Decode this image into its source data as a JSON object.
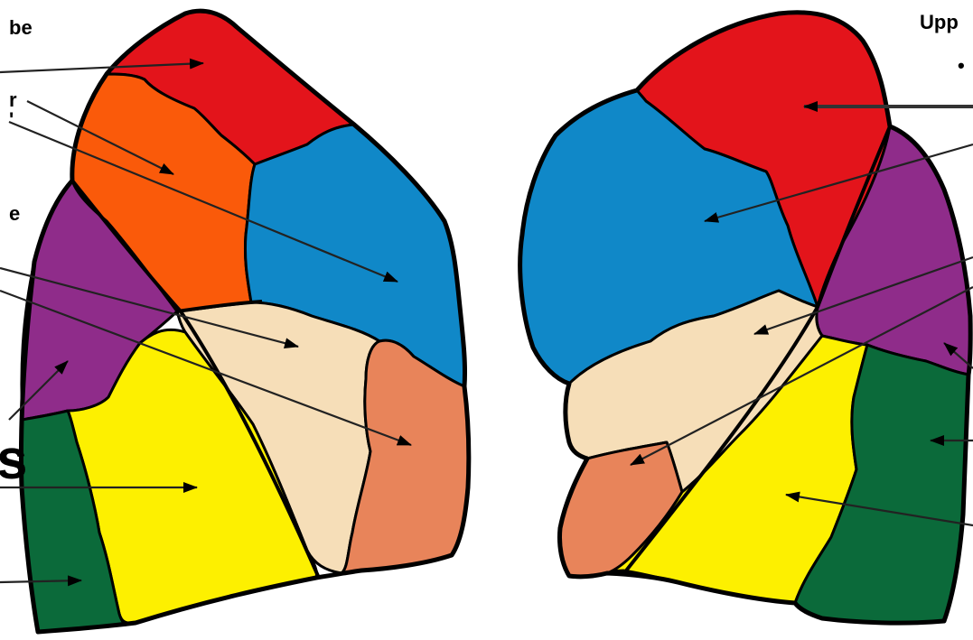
{
  "labels": {
    "top_left": "be",
    "left_2": "r",
    "left_3": "'",
    "left_mid": "e",
    "left_big": "s",
    "top_right": "Upp",
    "right_dot": "•"
  },
  "colors": {
    "red": "#e3141b",
    "orange": "#fa5a0a",
    "blue": "#1088c8",
    "purple": "#8f2c8a",
    "beige": "#f6deb8",
    "salmon": "#e8845a",
    "yellow": "#fdf000",
    "green": "#0b6a3a"
  },
  "segments": {
    "left_lung": [
      "red",
      "orange",
      "blue",
      "purple",
      "beige",
      "salmon",
      "yellow",
      "green"
    ],
    "right_lung": [
      "red",
      "blue",
      "purple",
      "beige",
      "salmon",
      "yellow",
      "green"
    ]
  }
}
